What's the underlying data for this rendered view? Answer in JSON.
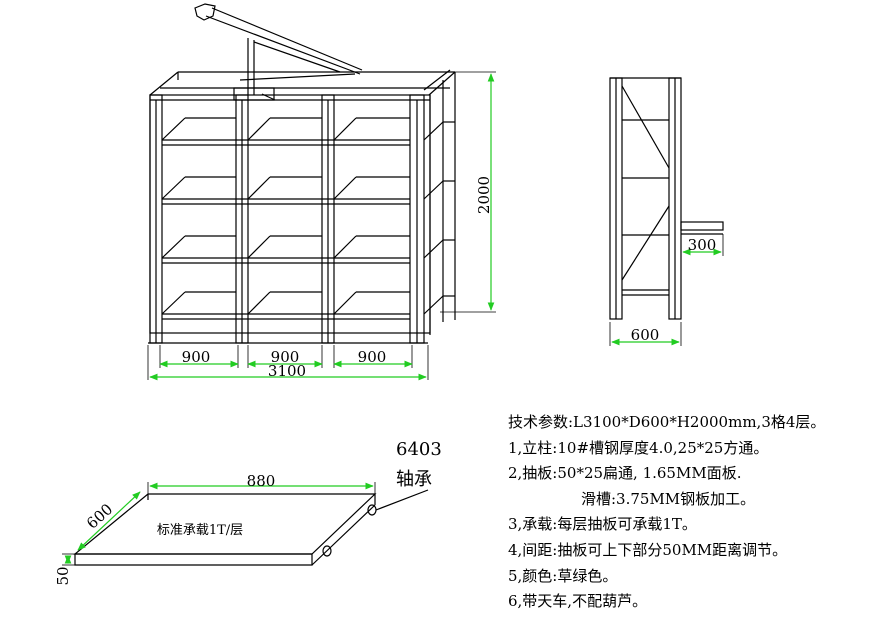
{
  "front_view": {
    "width_dim": "3100",
    "height_dim": "2000",
    "bay_dims": [
      "900",
      "900",
      "900"
    ]
  },
  "side_view": {
    "depth_dim": "600",
    "extension_dim": "300"
  },
  "drawer_detail": {
    "length_dim": "880",
    "depth_dim": "600",
    "thickness_dim": "50",
    "load_note": "标准承载1T/层",
    "bearing_model": "6403",
    "bearing_label": "轴承"
  },
  "specs": {
    "title": "技术参数:L3100*D600*H2000mm,3格4层。",
    "lines": [
      "1,立柱:10#槽钢厚度4.0,25*25方通。",
      "2,抽板:50*25扁通, 1.65MM面板.",
      "滑槽:3.75MM钢板加工。",
      "3,承载:每层抽板可承载1T。",
      "4,间距:抽板可上下部分50MM距离调节。",
      "5,颜色:草绿色。",
      "6,带天车,不配葫芦。"
    ]
  },
  "colors": {
    "line": "#000000",
    "dimension": "#22cc22"
  }
}
